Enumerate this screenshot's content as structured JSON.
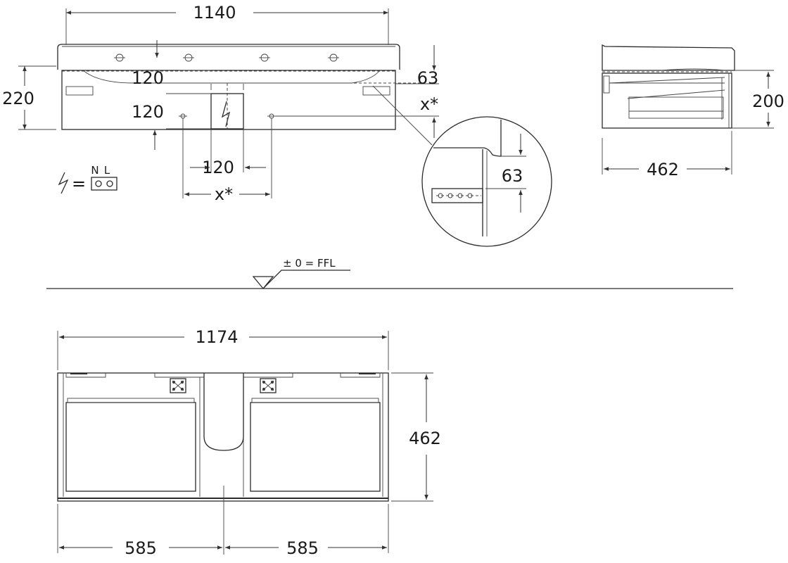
{
  "front_view": {
    "width_top": "1140",
    "height_left": "220",
    "edge_offset": "63",
    "var_right": "x*",
    "spacing_upper": "120",
    "spacing_lower": "120",
    "spacing_horizontal": "120",
    "var_bottom": "x*"
  },
  "electrical": {
    "label_n": "N",
    "label_l": "L",
    "equals": "="
  },
  "detail": {
    "dimension": "63"
  },
  "side_view": {
    "height": "200",
    "depth": "462"
  },
  "floor_level": {
    "label": "± 0 = FFL"
  },
  "plan_view": {
    "width_total": "1174",
    "depth": "462",
    "half_left": "585",
    "half_right": "585"
  }
}
